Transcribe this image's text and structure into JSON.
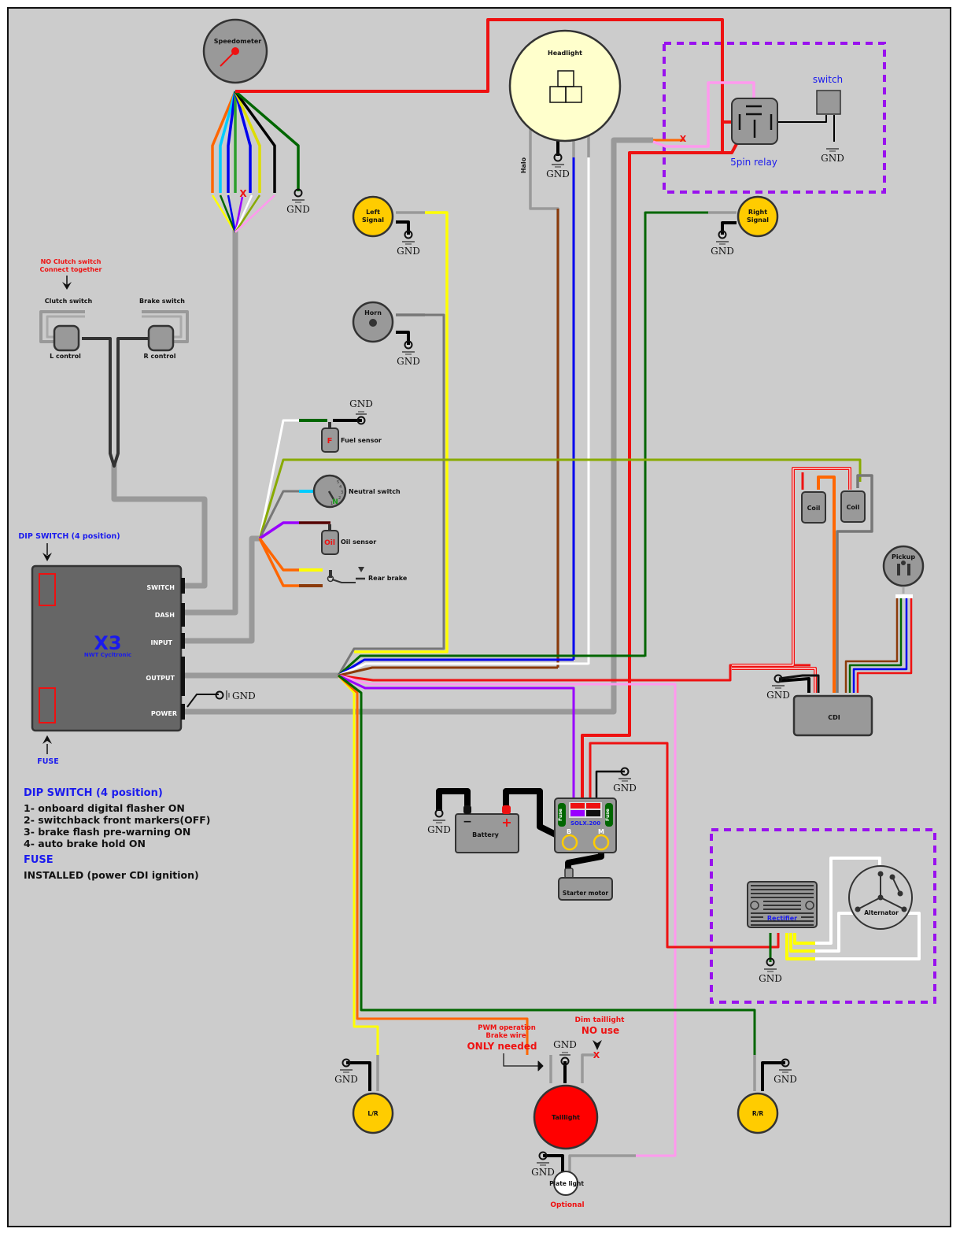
{
  "title": "NWT Cycltronic X3 motorcycle wiring diagram",
  "controller": {
    "name": "X3",
    "brand": "NWT Cycltronic",
    "ports": [
      "SWITCH",
      "DASH",
      "INPUT",
      "OUTPUT",
      "POWER"
    ],
    "dip_label": "DIP SWITCH (4 position)",
    "fuse_label": "FUSE"
  },
  "components": {
    "speedometer": "Speedometer",
    "headlight": "Headlight",
    "halo": "Halo",
    "relay_switch": "switch",
    "relay": "5pin relay",
    "left_signal": [
      "Left",
      "Signal"
    ],
    "right_signal": [
      "Right",
      "Signal"
    ],
    "horn": "Horn",
    "clutch_switch": "Clutch switch",
    "brake_switch": "Brake switch",
    "l_control": "L control",
    "r_control": "R control",
    "fuel_sensor": "Fuel sensor",
    "fuel_glyph": "F",
    "neutral_switch": "Neutral switch",
    "neutral_glyph": "N",
    "gear_numbers": [
      "1",
      "2",
      "3",
      "4",
      "5"
    ],
    "oil_sensor": "Oil sensor",
    "oil_glyph": "Oil",
    "rear_brake": "Rear brake",
    "coil_1": "Coil",
    "coil_2": "Coil",
    "pickup": "Pickup",
    "cdi": "CDI",
    "battery": "Battery",
    "battery_neg": "−",
    "battery_pos": "+",
    "solenoid": "SOLX.200",
    "solenoid_fuse": "Fuse",
    "solenoid_b": "B",
    "solenoid_m": "M",
    "starter_motor": "Starter motor",
    "rectifier": "Rectifier",
    "alternator": "Alternator",
    "left_rear": "L/R",
    "right_rear": "R/R",
    "taillight": "Taillight",
    "plate_light": "Plate light"
  },
  "ground_label": "GND",
  "cut_mark": "X",
  "annotations": {
    "no_clutch": [
      "NO Clutch switch",
      "Connect together"
    ],
    "pwm": [
      "PWM operation",
      "Brake wire",
      "ONLY needed"
    ],
    "dim": [
      "Dim taillight",
      "NO use"
    ],
    "optional": "Optional"
  },
  "notes": {
    "dip_title": "DIP SWITCH (4 position)",
    "dip_items": [
      "1- onboard digital flasher ON",
      "2- switchback front markers(OFF)",
      "3- brake flash pre-warning ON",
      "4- auto brake hold ON"
    ],
    "fuse_title": "FUSE",
    "fuse_text": "INSTALLED (power CDI ignition)"
  },
  "colors": {
    "background": "#cccccc",
    "harness": "#999999",
    "accent_blue": "#1a1aee",
    "warning_red": "#ee1111",
    "dashed_box": "#9911ee",
    "signal_amber": "#ffcc00",
    "headlight_fill": "#ffffcc",
    "controller_fill": "#666666"
  }
}
